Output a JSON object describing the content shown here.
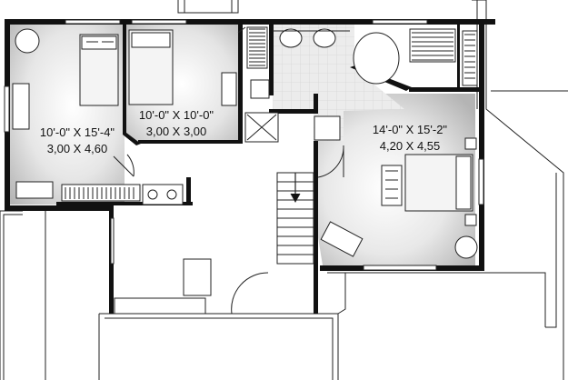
{
  "plan": {
    "rooms": [
      {
        "id": "bedroom-2",
        "dims_imperial": "10'-0\" X 15'-4\"",
        "dims_metric": "3,00 X 4,60"
      },
      {
        "id": "bedroom-3",
        "dims_imperial": "10'-0\" X 10'-0\"",
        "dims_metric": "3,00 X 3,00"
      },
      {
        "id": "master-bedroom",
        "dims_imperial": "14'-0\" X 15'-2\"",
        "dims_metric": "4,20 X 4,55"
      }
    ]
  },
  "colors": {
    "wall": "#111111",
    "roof_line": "#222222",
    "room_fill_light": "#ffffff",
    "room_fill_dark": "#b9b9b9",
    "bath_tile": "#e4e4e4"
  }
}
